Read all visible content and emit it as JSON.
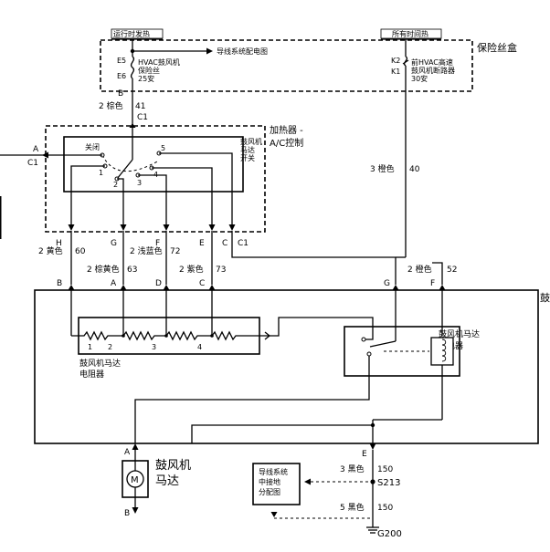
{
  "fuse_box": {
    "title": "保险丝盒",
    "hot_in_run": "运行时发热",
    "hot_at_all_times": "所有时间热",
    "e5": "E5",
    "e6": "E6",
    "hvac_fuse": [
      "HVAC鼓风机",
      "保险丝",
      "25安"
    ],
    "to_power_dist": "导线系统配电图",
    "k2": "K2",
    "k1": "K1",
    "breaker": [
      "前HVAC高速",
      "鼓风机断路器",
      "30安"
    ]
  },
  "wires": {
    "w41_color": "2 棕色",
    "w41_num": "41",
    "c1_top": "C1",
    "b_top": "B",
    "w40_color": "3 橙色",
    "w40_num": "40",
    "w60_color": "2 黄色",
    "w60_num": "60",
    "w72_color": "2 浅蓝色",
    "w72_num": "72",
    "w63_color": "2 棕黄色",
    "w63_num": "63",
    "w73_color": "2 紫色",
    "w73_num": "73",
    "w52_color": "2 橙色",
    "w52_num": "52",
    "w150a_color": "3 黑色",
    "w150a_num": "150",
    "w150b_color": "5 黑色",
    "w150b_num": "150"
  },
  "control": {
    "title": [
      "加热器 -",
      "A/C控制"
    ],
    "switch_label": [
      "鼓风机",
      "马达",
      "开关"
    ],
    "off": "关闭",
    "pos": [
      "1",
      "2",
      "3",
      "4",
      "5"
    ],
    "left_a": "A",
    "left_c1": "C1",
    "pins": [
      "H",
      "G",
      "F",
      "E",
      "C",
      "C1"
    ]
  },
  "blower_module": {
    "edge_label": "鼓",
    "pins_top": [
      "B",
      "A",
      "D",
      "C"
    ],
    "relay_pins": [
      "G",
      "F"
    ],
    "resistor_label": [
      "鼓风机马达",
      "电阻器"
    ],
    "resistor_nums": [
      "1",
      "2",
      "3",
      "4"
    ],
    "relay_label": [
      "鼓风机马达",
      "继电器"
    ]
  },
  "motor": {
    "pin_a": "A",
    "pin_b": "B",
    "label": [
      "鼓风机",
      "马达"
    ],
    "symbol": "M"
  },
  "ground": {
    "pin_e": "E",
    "splice": "S213",
    "ground_id": "G200",
    "ref_box": [
      "导线系统",
      "中接地",
      "分配图"
    ]
  }
}
